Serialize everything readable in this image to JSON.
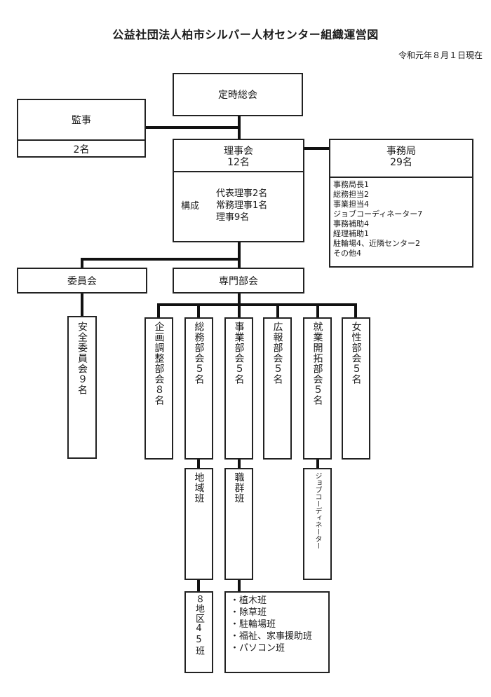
{
  "title": "公益社団法人柏市シルバー人材センター組織運営図",
  "date": "令和元年８月１日現在",
  "general_meeting": "定時総会",
  "auditor": {
    "label": "監事",
    "count": "2名"
  },
  "board": {
    "label": "理事会",
    "count": "12名",
    "composition_label": "構成",
    "composition": [
      "代表理事2名",
      "常務理事1名",
      "理事9名"
    ]
  },
  "secretariat": {
    "label": "事務局",
    "count": "29名",
    "members": [
      "事務局長1",
      "総務担当2",
      "事業担当4",
      "ジョブコーディネーター7",
      "事務補助4",
      "経理補助1",
      "駐輪場4、近隣センター2",
      "その他4"
    ]
  },
  "committee": {
    "label": "委員会",
    "child": "安全委員会９名"
  },
  "specialist": {
    "label": "専門部会"
  },
  "subcommittees": [
    {
      "label": "企画調整部会８名"
    },
    {
      "label": "総務部会５名"
    },
    {
      "label": "事業部会５名"
    },
    {
      "label": "広報部会５名"
    },
    {
      "label": "就業開拓部会５名"
    },
    {
      "label": "女性部会５名"
    }
  ],
  "area_team": {
    "label": "地域班",
    "detail": "８地区45班"
  },
  "job_team": {
    "label": "職群班",
    "items": [
      "・植木班",
      "・除草班",
      "・駐輪場班",
      "・福祉、家事援助班",
      "・パソコン班"
    ]
  },
  "coordinator": {
    "label": "ジョブコーディネーター"
  }
}
